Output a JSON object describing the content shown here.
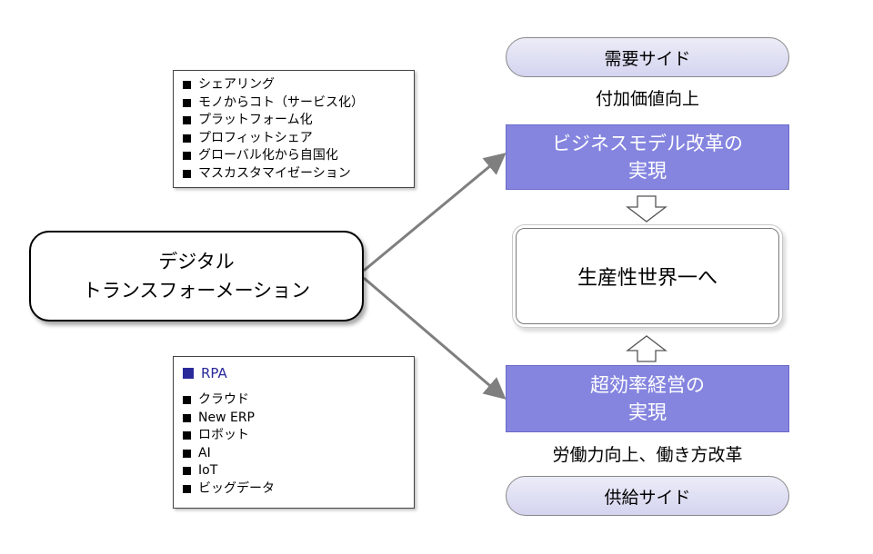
{
  "demand_side": "需要サイド",
  "supply_side": "供給サイド",
  "caption_top": "付加価値向上",
  "caption_bottom": "労働力向上、働き方改革",
  "box_top": {
    "line1": "ビジネスモデル改革の",
    "line2": "実現"
  },
  "box_bottom": {
    "line1": "超効率経営の",
    "line2": "実現"
  },
  "center_goal": "生産性世界一へ",
  "main": {
    "line1": "デジタル",
    "line2": "トランスフォーメーション"
  },
  "list_top": [
    "シェアリング",
    "モノからコト（サービス化）",
    "プラットフォーム化",
    "プロフィットシェア",
    "グローバル化から自国化",
    "マスカスタマイゼーション"
  ],
  "list_bottom_heading": "RPA",
  "list_bottom": [
    "クラウド",
    "New ERP",
    "ロボット",
    "AI",
    "IoT",
    "ビッグデータ"
  ],
  "colors": {
    "purple_box": "#8585e0",
    "pill": "#d4d4f0",
    "rpa_text": "#2a2a9a",
    "arrow": "#7f7f7f"
  }
}
